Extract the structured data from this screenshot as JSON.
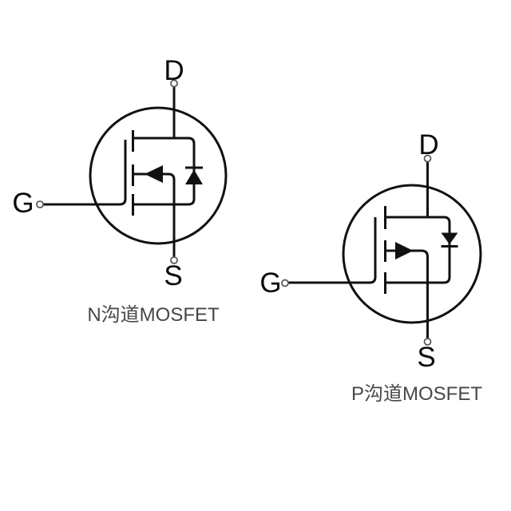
{
  "diagram": {
    "background_color": "#ffffff",
    "line_color": "#111111",
    "caption_color": "#474747",
    "terminal_dot_color": "#5a5a5a",
    "n_mosfet": {
      "caption": "N沟道MOSFET",
      "terminals": {
        "drain": "D",
        "gate": "G",
        "source": "S"
      },
      "arrow_direction": "left-inward",
      "body_diode_direction": "up"
    },
    "p_mosfet": {
      "caption": "P沟道MOSFET",
      "terminals": {
        "drain": "D",
        "gate": "G",
        "source": "S"
      },
      "arrow_direction": "right-outward",
      "body_diode_direction": "down"
    }
  }
}
